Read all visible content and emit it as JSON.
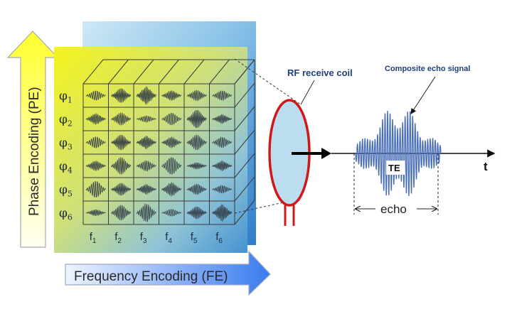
{
  "axes": {
    "phase_encoding": "Phase Encoding (PE)",
    "frequency_encoding": "Frequency Encoding (FE)"
  },
  "grid": {
    "phi": [
      "φ1",
      "φ2",
      "φ3",
      "φ4",
      "φ5",
      "φ6"
    ],
    "freq": [
      "f1",
      "f2",
      "f3",
      "f4",
      "f5",
      "f6"
    ]
  },
  "labels": {
    "rf_coil": "RF receive coil",
    "composite": "Composite echo signal",
    "te": "TE",
    "echo": "echo",
    "t": "t"
  },
  "colors": {
    "pe_arrow_top": "#ffff33",
    "pe_arrow_bottom": "#ffffee",
    "fe_arrow_left": "#e6efff",
    "fe_arrow_right": "#3d7ef0",
    "volume_yellow": "#f3f31a",
    "volume_blue": "#3f8fd0",
    "coil_red": "#d01818",
    "coil_fill": "#bcdcf0",
    "signal_blue": "#4a6fb8"
  }
}
